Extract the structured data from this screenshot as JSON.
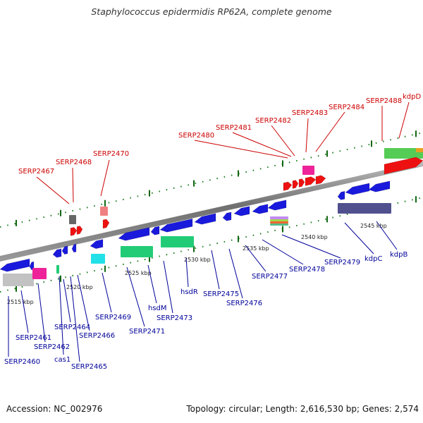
{
  "title": "Staphylococcus epidermidis RP62A, complete genome",
  "accession": "Accession: NC_002976",
  "summary": "Topology: circular; Length: 2,616,530 bp; Genes: 2,574",
  "colors": {
    "backbone": "#888888",
    "blue_gene": "#1a1adc",
    "red_gene": "#ee1111",
    "green_gene": "#22cc77",
    "cyan_gene": "#22e0e8",
    "purple_gene": "#50508f",
    "gray_gene": "#c2c2c2",
    "pink_gene": "#ee2299",
    "dark_gray_gene": "#666666",
    "light_red_gene": "#f08080",
    "light_green_gene": "#55cc55",
    "ruler_tick": "#116611",
    "label_blue": "#000099",
    "label_red": "#cc0000"
  },
  "kbp_ticks": [
    "2515 kbp",
    "2520 kbp",
    "2525 kbp",
    "2530 kbp",
    "2535 kbp",
    "2540 kbp",
    "2545 kbp"
  ],
  "genes_top": [
    "SERP2467",
    "SERP2468",
    "SERP2470",
    "SERP2480",
    "SERP2481",
    "SERP2482",
    "SERP2483",
    "SERP2484",
    "SERP2488",
    "kdpD"
  ],
  "genes_bottom": [
    "SERP2460",
    "SERP2461",
    "SERP2462",
    "cas1",
    "SERP2464",
    "SERP2465",
    "SERP2466",
    "SERP2469",
    "SERP2471",
    "hsdM",
    "SERP2473",
    "hsdR",
    "SERP2475",
    "SERP2476",
    "SERP2477",
    "SERP2478",
    "SERP2479",
    "kdpC",
    "kdpB"
  ]
}
